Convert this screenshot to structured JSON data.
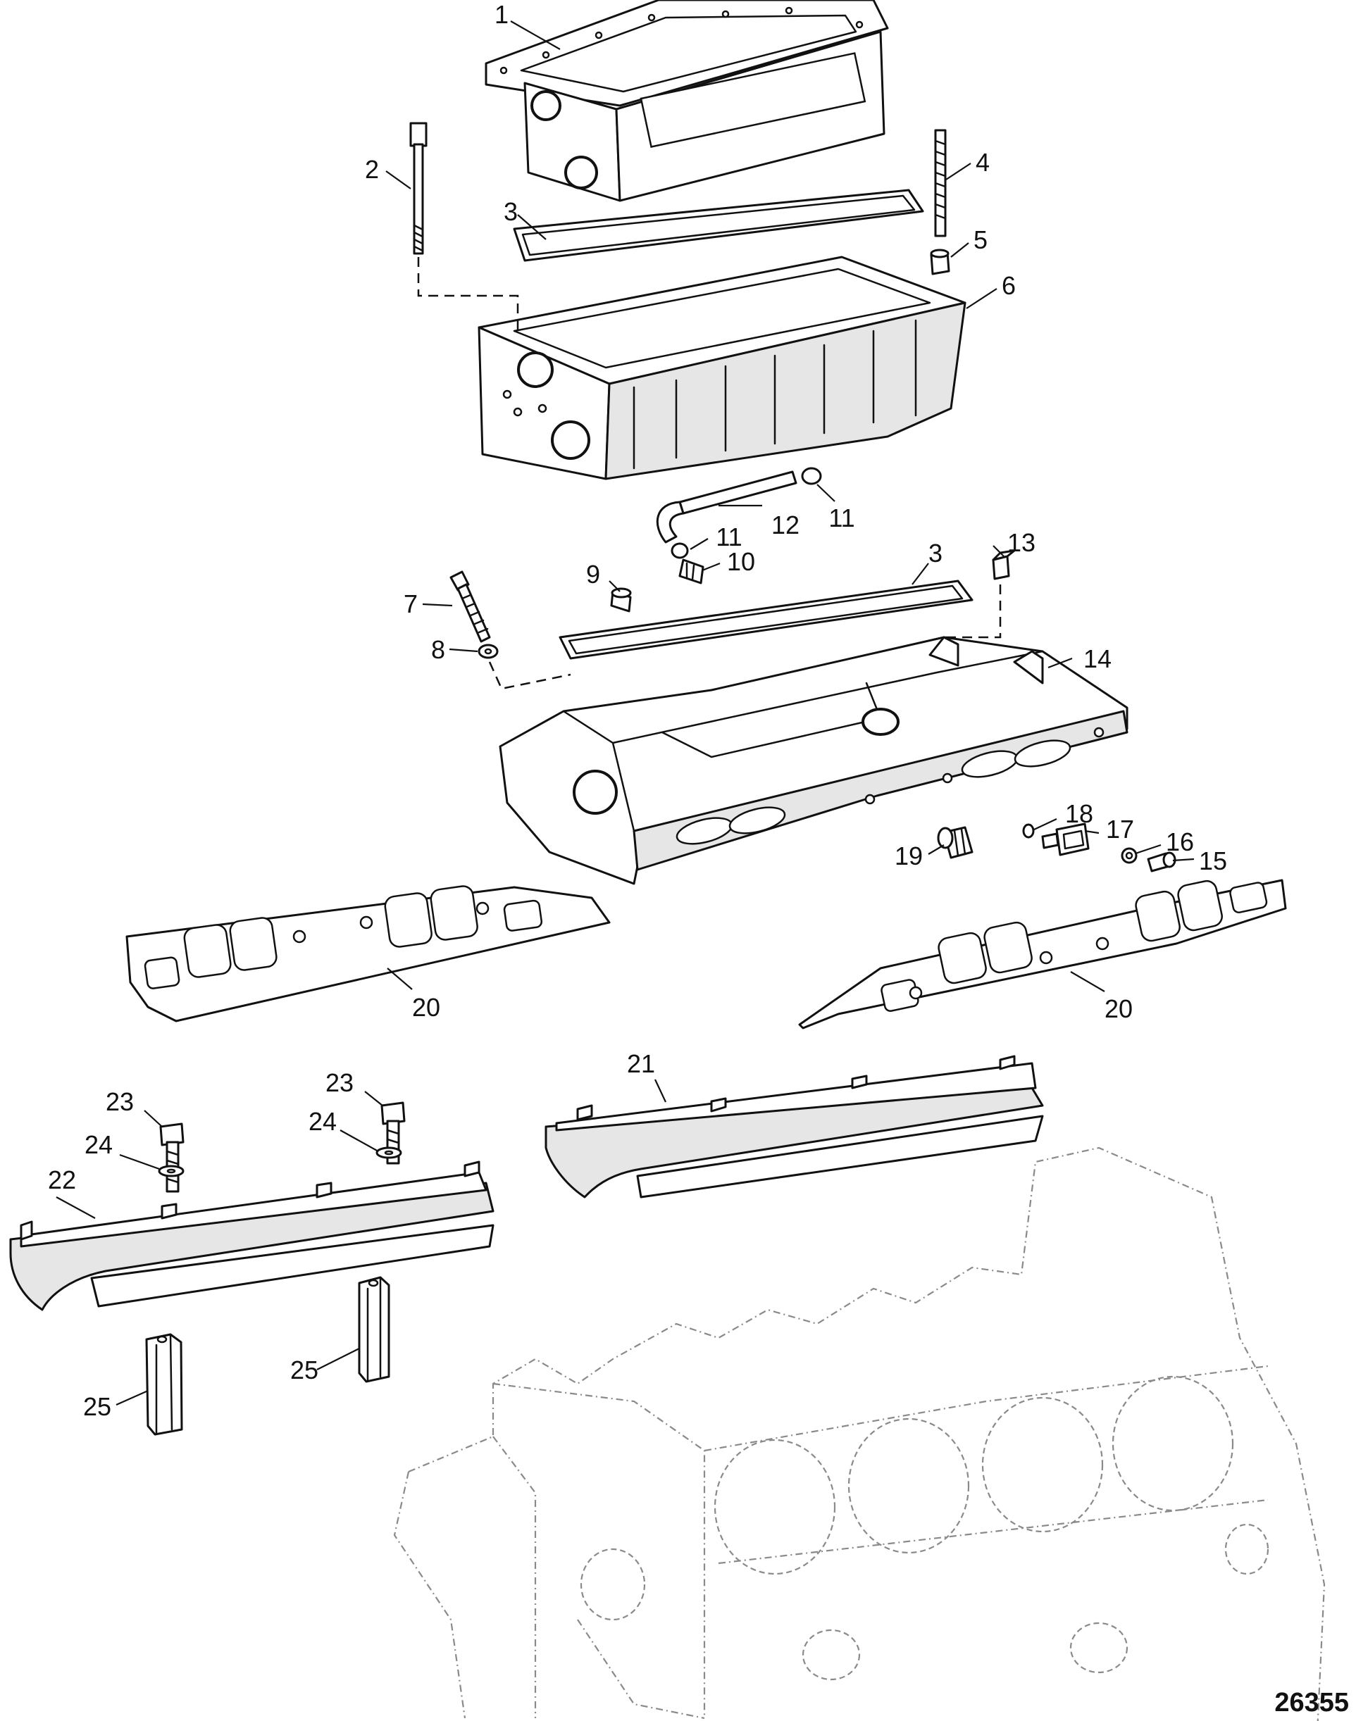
{
  "callouts": [
    "1",
    "2",
    "3",
    "4",
    "5",
    "6",
    "11",
    "12",
    "11",
    "10",
    "9",
    "3",
    "13",
    "7",
    "8",
    "14",
    "18",
    "17",
    "16",
    "15",
    "19",
    "20",
    "20",
    "21",
    "23",
    "23",
    "24",
    "24",
    "22",
    "25",
    "25"
  ],
  "figure_code": "26355"
}
